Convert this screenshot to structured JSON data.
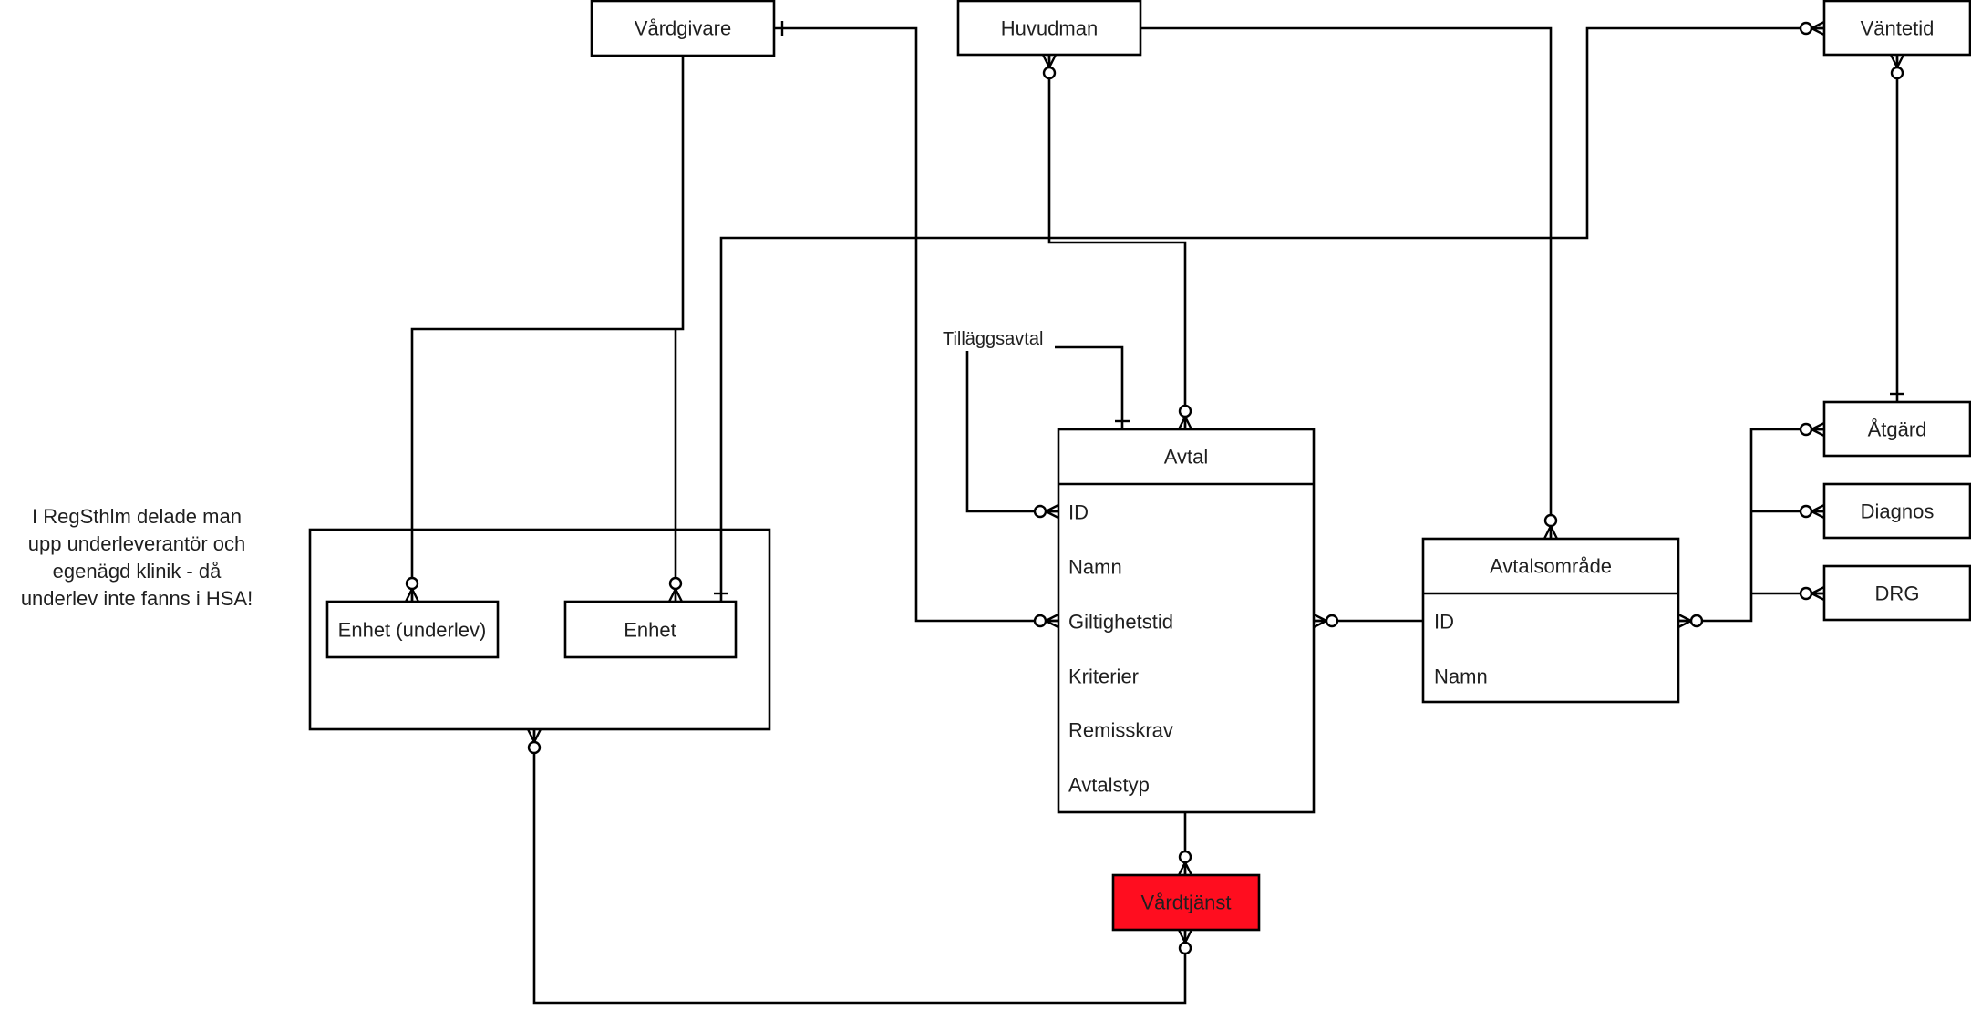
{
  "diagram": {
    "type": "entity-relationship",
    "highlight_color": "#ff0d1f",
    "note": {
      "lines": [
        "I RegSthlm delade man",
        "upp underleverantör och",
        "egenägd klinik - då",
        "underlev inte fanns i HSA!"
      ]
    },
    "group_container": {
      "name": "unit-group",
      "contains": [
        "enhet_underlev",
        "enhet"
      ]
    },
    "entities": {
      "vardgivare": {
        "title": "Vårdgivare"
      },
      "huvudman": {
        "title": "Huvudman"
      },
      "vantetid": {
        "title": "Väntetid"
      },
      "avtal": {
        "title": "Avtal",
        "attributes": [
          "ID",
          "Namn",
          "Giltighetstid",
          "Kriterier",
          "Remisskrav",
          "Avtalstyp"
        ]
      },
      "avtalsomrade": {
        "title": "Avtalsområde",
        "attributes": [
          "ID",
          "Namn"
        ]
      },
      "atgard": {
        "title": "Åtgärd"
      },
      "diagnos": {
        "title": "Diagnos"
      },
      "drg": {
        "title": "DRG"
      },
      "enhet_underlev": {
        "title": "Enhet (underlev)"
      },
      "enhet": {
        "title": "Enhet"
      },
      "vardtjanst": {
        "title": "Vårdtjänst",
        "highlighted": true
      }
    },
    "self_relation_label": "Tilläggsavtal",
    "relationships": [
      {
        "from": "Vårdgivare",
        "to": "Enhet (underlev)",
        "from_card": "none",
        "to_card": "zero-or-many"
      },
      {
        "from": "Vårdgivare",
        "to": "Enhet",
        "from_card": "none",
        "to_card": "zero-or-many"
      },
      {
        "from": "Vårdgivare",
        "to": "Avtal.Giltighetstid",
        "from_card": "one",
        "to_card": "zero-or-many"
      },
      {
        "from": "Huvudman",
        "to": "Avtal",
        "from_card": "zero-or-many",
        "to_card": "zero-or-many"
      },
      {
        "from": "Huvudman",
        "to": "Avtalsområde",
        "from_card": "none",
        "to_card": "zero-or-many"
      },
      {
        "from": "Väntetid",
        "to": "Enhet",
        "from_card": "zero-or-many",
        "to_card": "one"
      },
      {
        "from": "Väntetid",
        "to": "Åtgärd",
        "from_card": "zero-or-many",
        "to_card": "one"
      },
      {
        "from": "Avtal",
        "to": "Avtal.ID",
        "label": "Tilläggsavtal",
        "from_card": "one",
        "to_card": "zero-or-many"
      },
      {
        "from": "Avtal.Giltighetstid",
        "to": "Avtalsområde.ID",
        "from_card": "many",
        "to_card": "none"
      },
      {
        "from": "Avtalsområde.ID",
        "to": "Åtgärd",
        "from_card": "many",
        "to_card": "zero-or-many"
      },
      {
        "from": "Avtalsområde.ID",
        "to": "Diagnos",
        "from_card": "many",
        "to_card": "zero-or-many"
      },
      {
        "from": "Avtalsområde.ID",
        "to": "DRG",
        "from_card": "many",
        "to_card": "zero-or-many"
      },
      {
        "from": "Avtal",
        "to": "Vårdtjänst",
        "from_card": "none",
        "to_card": "zero-or-many"
      },
      {
        "from": "Vårdtjänst",
        "to": "Enhet group",
        "from_card": "zero-or-many",
        "to_card": "zero-or-many"
      }
    ]
  }
}
